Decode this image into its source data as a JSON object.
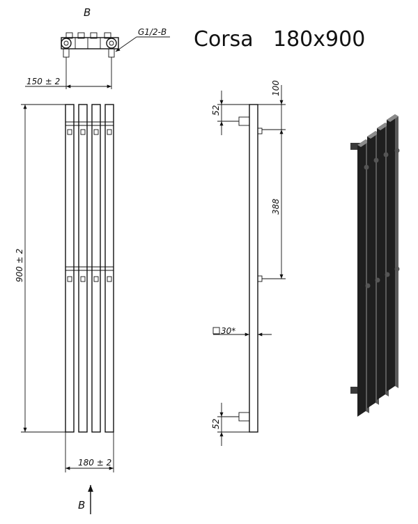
{
  "title": {
    "model": "Corsa",
    "size": "180x900"
  },
  "view_label_top": "B",
  "view_label_bottom": "B",
  "connection_thread": "G1/2-B",
  "dimensions": {
    "connection_spacing": "150 ± 2",
    "height": "900 ± 2",
    "width": "180 ± 2",
    "top_offset": "100",
    "bracket_offset_top": "52",
    "bracket_spacing": "388",
    "bracket_offset_bottom": "52",
    "profile_size": "30*"
  },
  "colors": {
    "line": "#111111",
    "render_dark": "#2b2b2b",
    "render_mid": "#4a4a4a",
    "render_light": "#8a8a8a"
  }
}
